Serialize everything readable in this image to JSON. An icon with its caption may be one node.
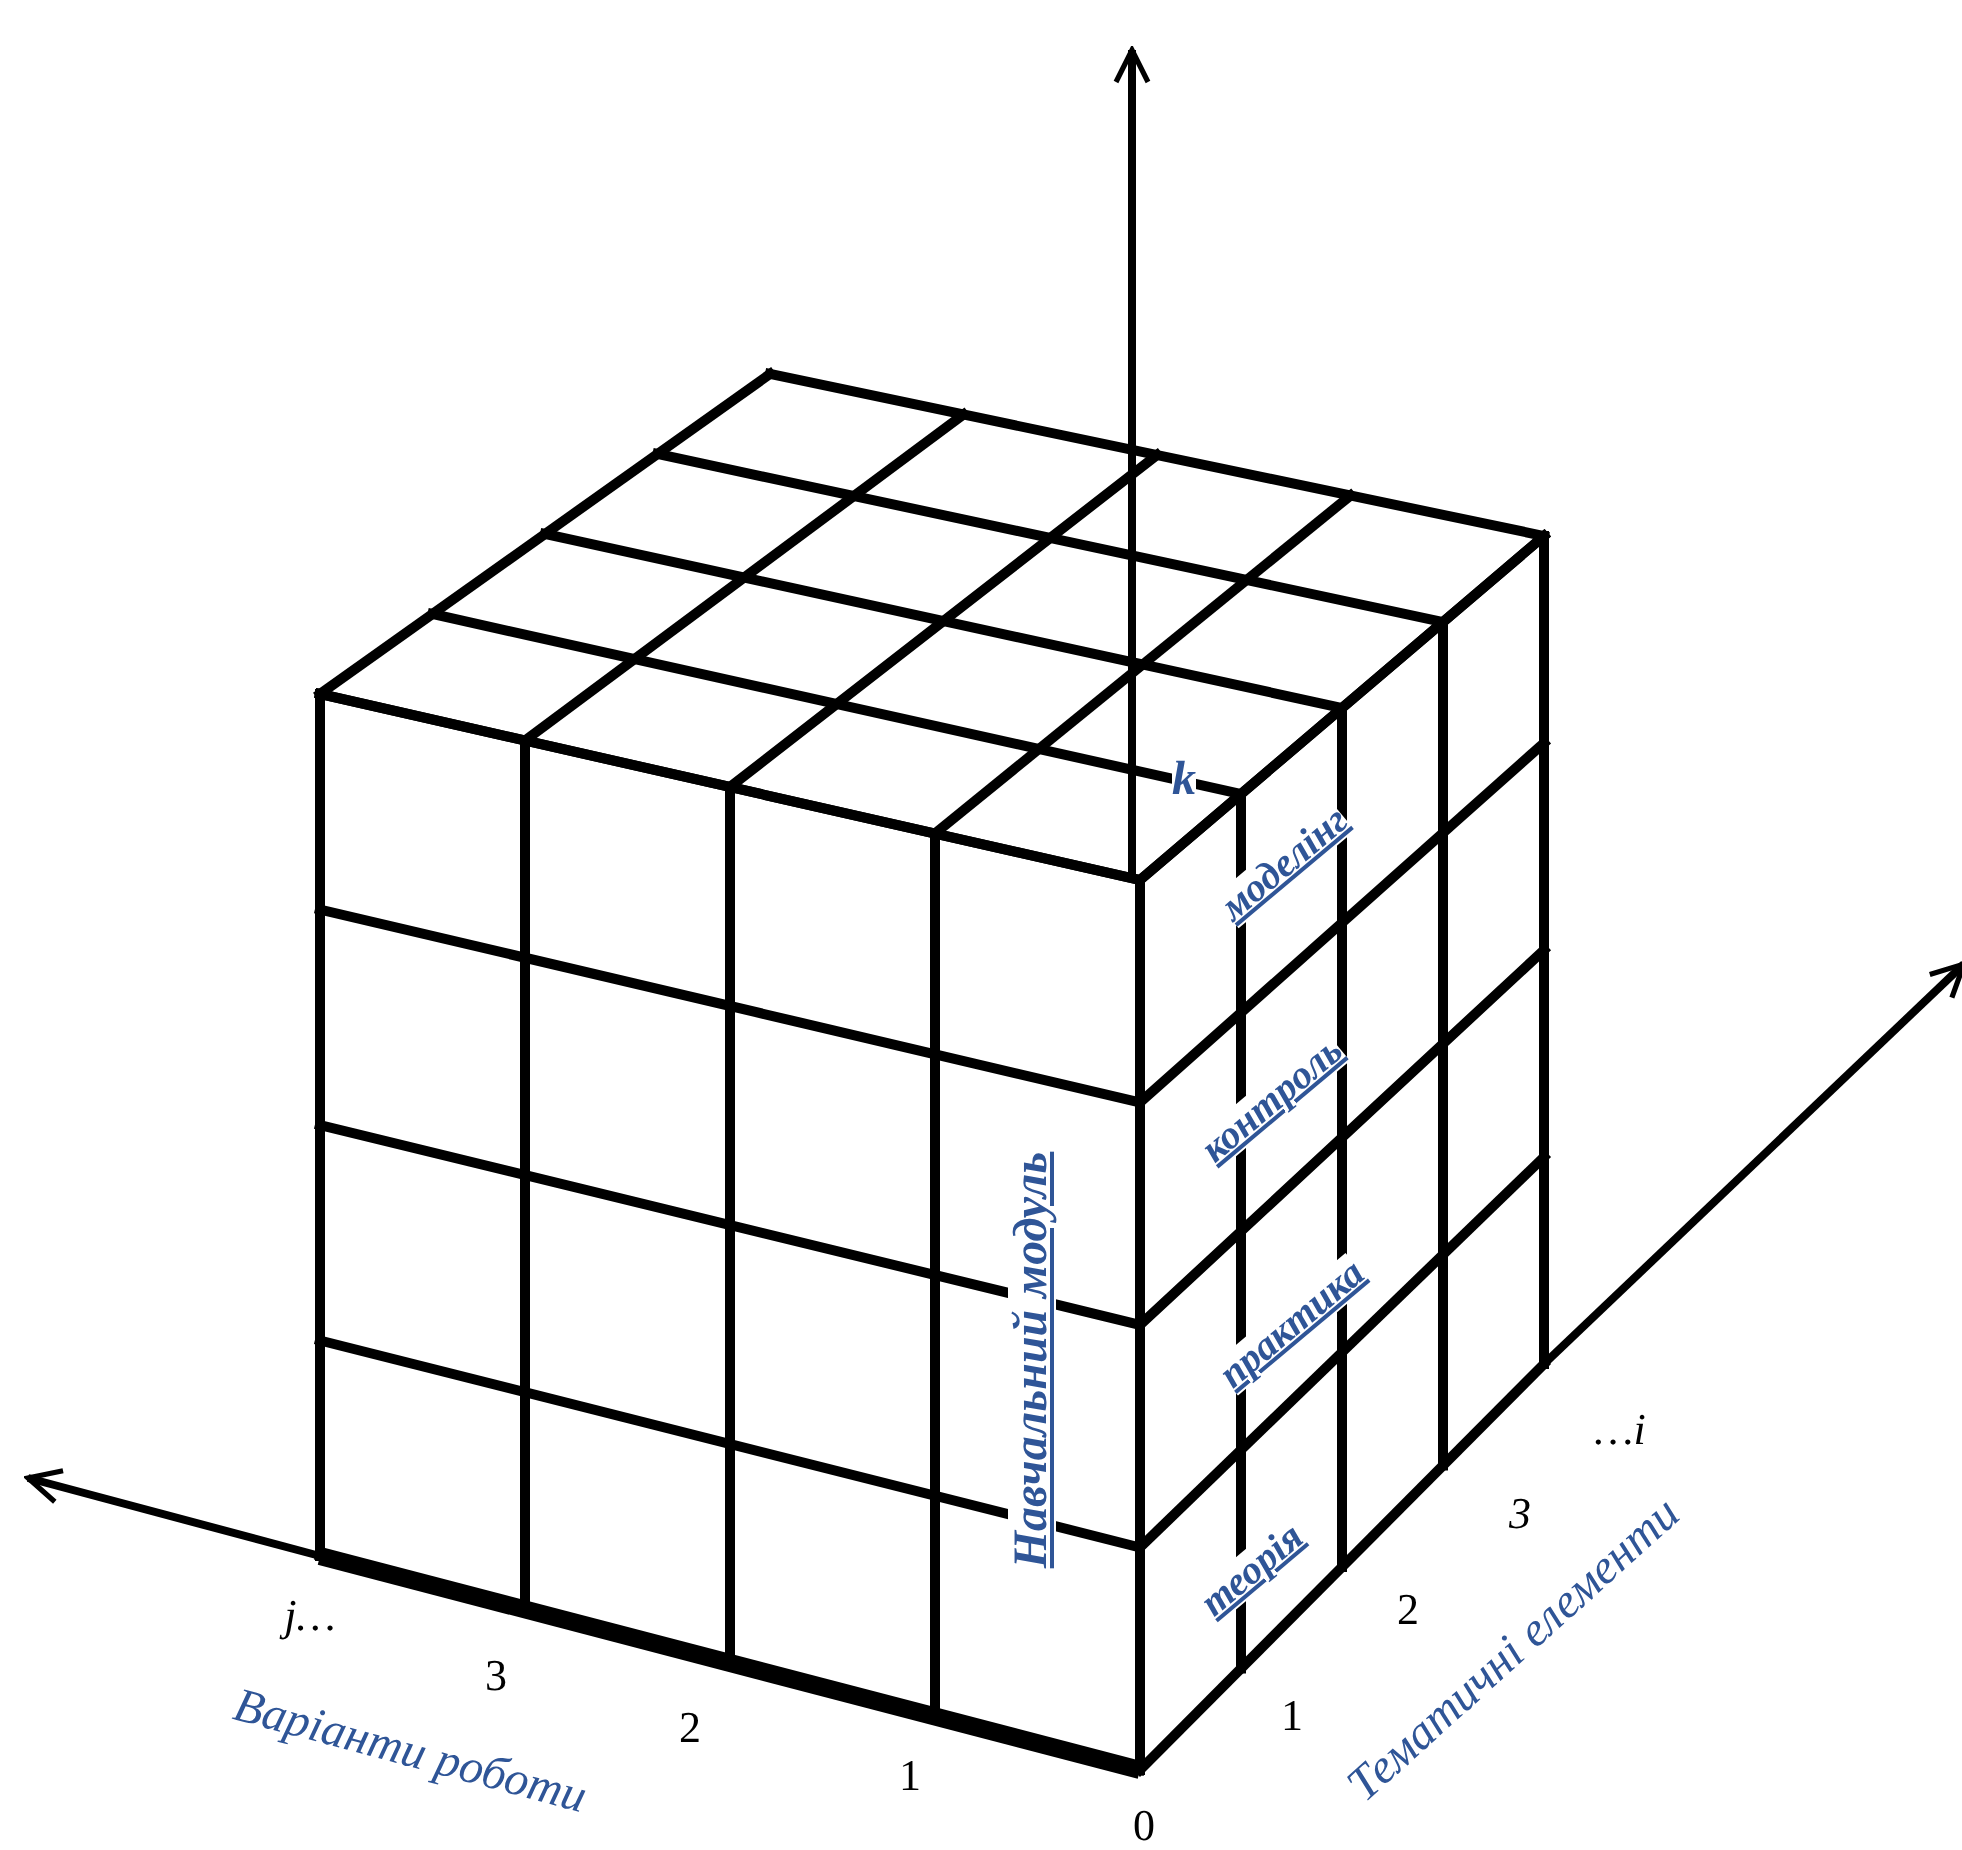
{
  "diagram": {
    "labels": [
      "k",
      "моделінг",
      "контроль",
      "Навчальний модуль",
      "практика",
      "…i",
      "3",
      "теорія",
      "j…",
      "2",
      "3",
      "1",
      "2",
      "1",
      "0",
      "Варіанти роботи",
      "Тематичні елементи"
    ]
  }
}
